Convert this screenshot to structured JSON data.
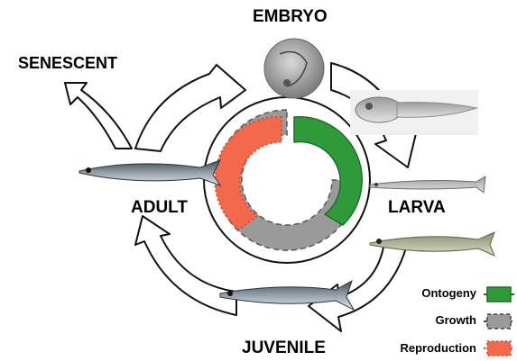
{
  "stages": {
    "embryo": "EMBRYO",
    "senescent": "SENESCENT",
    "larva": "LARVA",
    "adult": "ADULT",
    "juvenile": "JUVENILE"
  },
  "legend": [
    {
      "label": "Ontogeny",
      "color": "#2e9a3a",
      "style": "solid"
    },
    {
      "label": "Growth",
      "color": "#9a9a9a",
      "style": "dashed"
    },
    {
      "label": "Reproduction",
      "color": "#f26a4b",
      "style": "dotted"
    }
  ],
  "colors": {
    "ontogeny": "#2e9a3a",
    "growth": "#9a9a9a",
    "reproduction": "#f26a4b",
    "arrow_outline": "#111111"
  }
}
